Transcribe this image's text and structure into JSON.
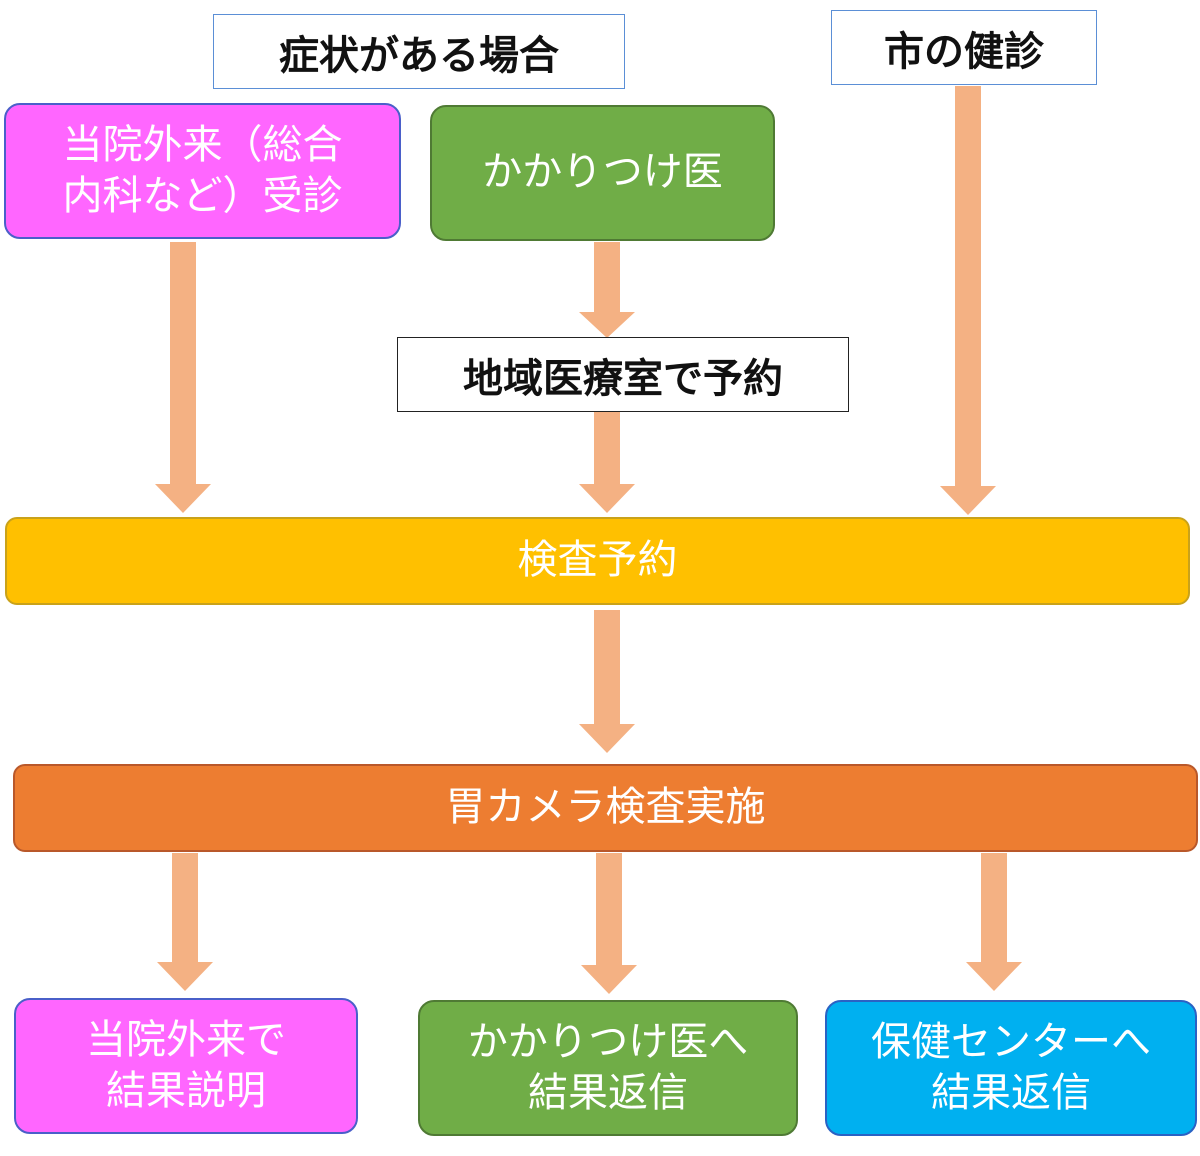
{
  "top": {
    "symptoms_label": "症状がある場合",
    "city_checkup_label": "市の健診",
    "outpatient_line1": "当院外来（総合",
    "outpatient_line2": "内科など）受診",
    "family_doctor": "かかりつけ医"
  },
  "middle": {
    "regional_office": "地域医療室で予約",
    "exam_reservation": "検査予約",
    "endoscopy": "胃カメラ検査実施"
  },
  "bottom": {
    "outpatient_line1": "当院外来で",
    "outpatient_line2": "結果説明",
    "family_doctor_line1": "かかりつけ医へ",
    "family_doctor_line2": "結果返信",
    "health_center_line1": "保健センターへ",
    "health_center_line2": "結果返信"
  },
  "colors": {
    "arrow": "#f4b183",
    "magenta": "#ff66ff",
    "green": "#70ad47",
    "blue": "#00b0f0",
    "yellow": "#ffc000",
    "orange": "#ed7d31"
  }
}
